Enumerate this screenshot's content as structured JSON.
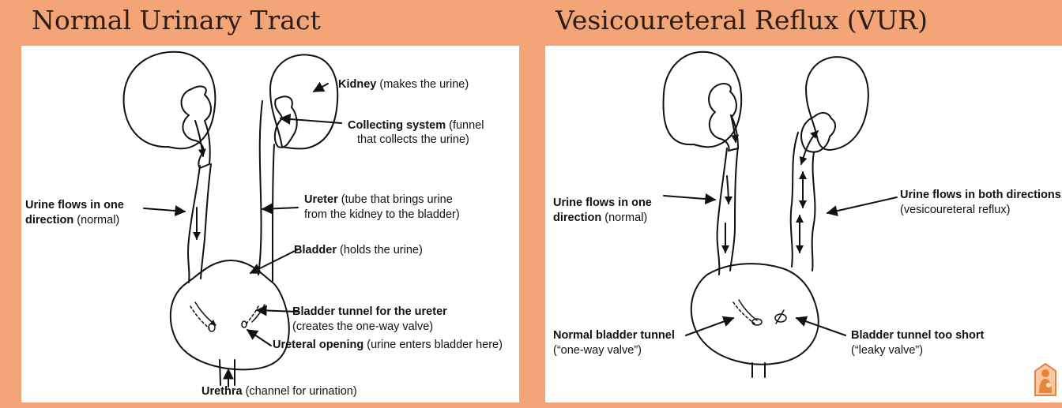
{
  "left": {
    "title": "Normal Urinary Tract",
    "labels": {
      "kidney": {
        "bold": "Kidney",
        "rest": " (makes the urine)"
      },
      "collecting1": {
        "bold": "Collecting system",
        "rest": " (funnel"
      },
      "collecting2": "that collects the urine)",
      "urine1": {
        "bold": "Urine flows in one",
        "rest": ""
      },
      "urine2": {
        "bold": "direction",
        "rest": " (normal)"
      },
      "ureter1": {
        "bold": "Ureter",
        "rest": " (tube that brings urine"
      },
      "ureter2": "from the kidney to the bladder)",
      "bladder": {
        "bold": "Bladder",
        "rest": " (holds the urine)"
      },
      "tunnel1": {
        "bold": "Bladder tunnel for the ureter",
        "rest": ""
      },
      "tunnel2": "(creates the one-way valve)",
      "opening": {
        "bold": "Ureteral opening",
        "rest": " (urine enters bladder here)"
      },
      "urethra": {
        "bold": "Urethra",
        "rest": " (channel for urination)"
      }
    }
  },
  "right": {
    "title": "Vesicoureteral Reflux (VUR)",
    "labels": {
      "urine1": {
        "bold": "Urine flows in one",
        "rest": ""
      },
      "urine2": {
        "bold": "direction",
        "rest": " (normal)"
      },
      "both1": {
        "bold": "Urine flows in both directions",
        "rest": ""
      },
      "both2": "(vesicoureteral reflux)",
      "normal1": {
        "bold": "Normal bladder tunnel",
        "rest": ""
      },
      "normal2": "(“one-way valve”)",
      "short1": {
        "bold": "Bladder tunnel too short",
        "rest": ""
      },
      "short2": "(“leaky valve”)"
    }
  },
  "colors": {
    "background": "#F4A578",
    "panel": "#FFFFFF",
    "ink": "#111111",
    "logo": "#E8843A"
  }
}
